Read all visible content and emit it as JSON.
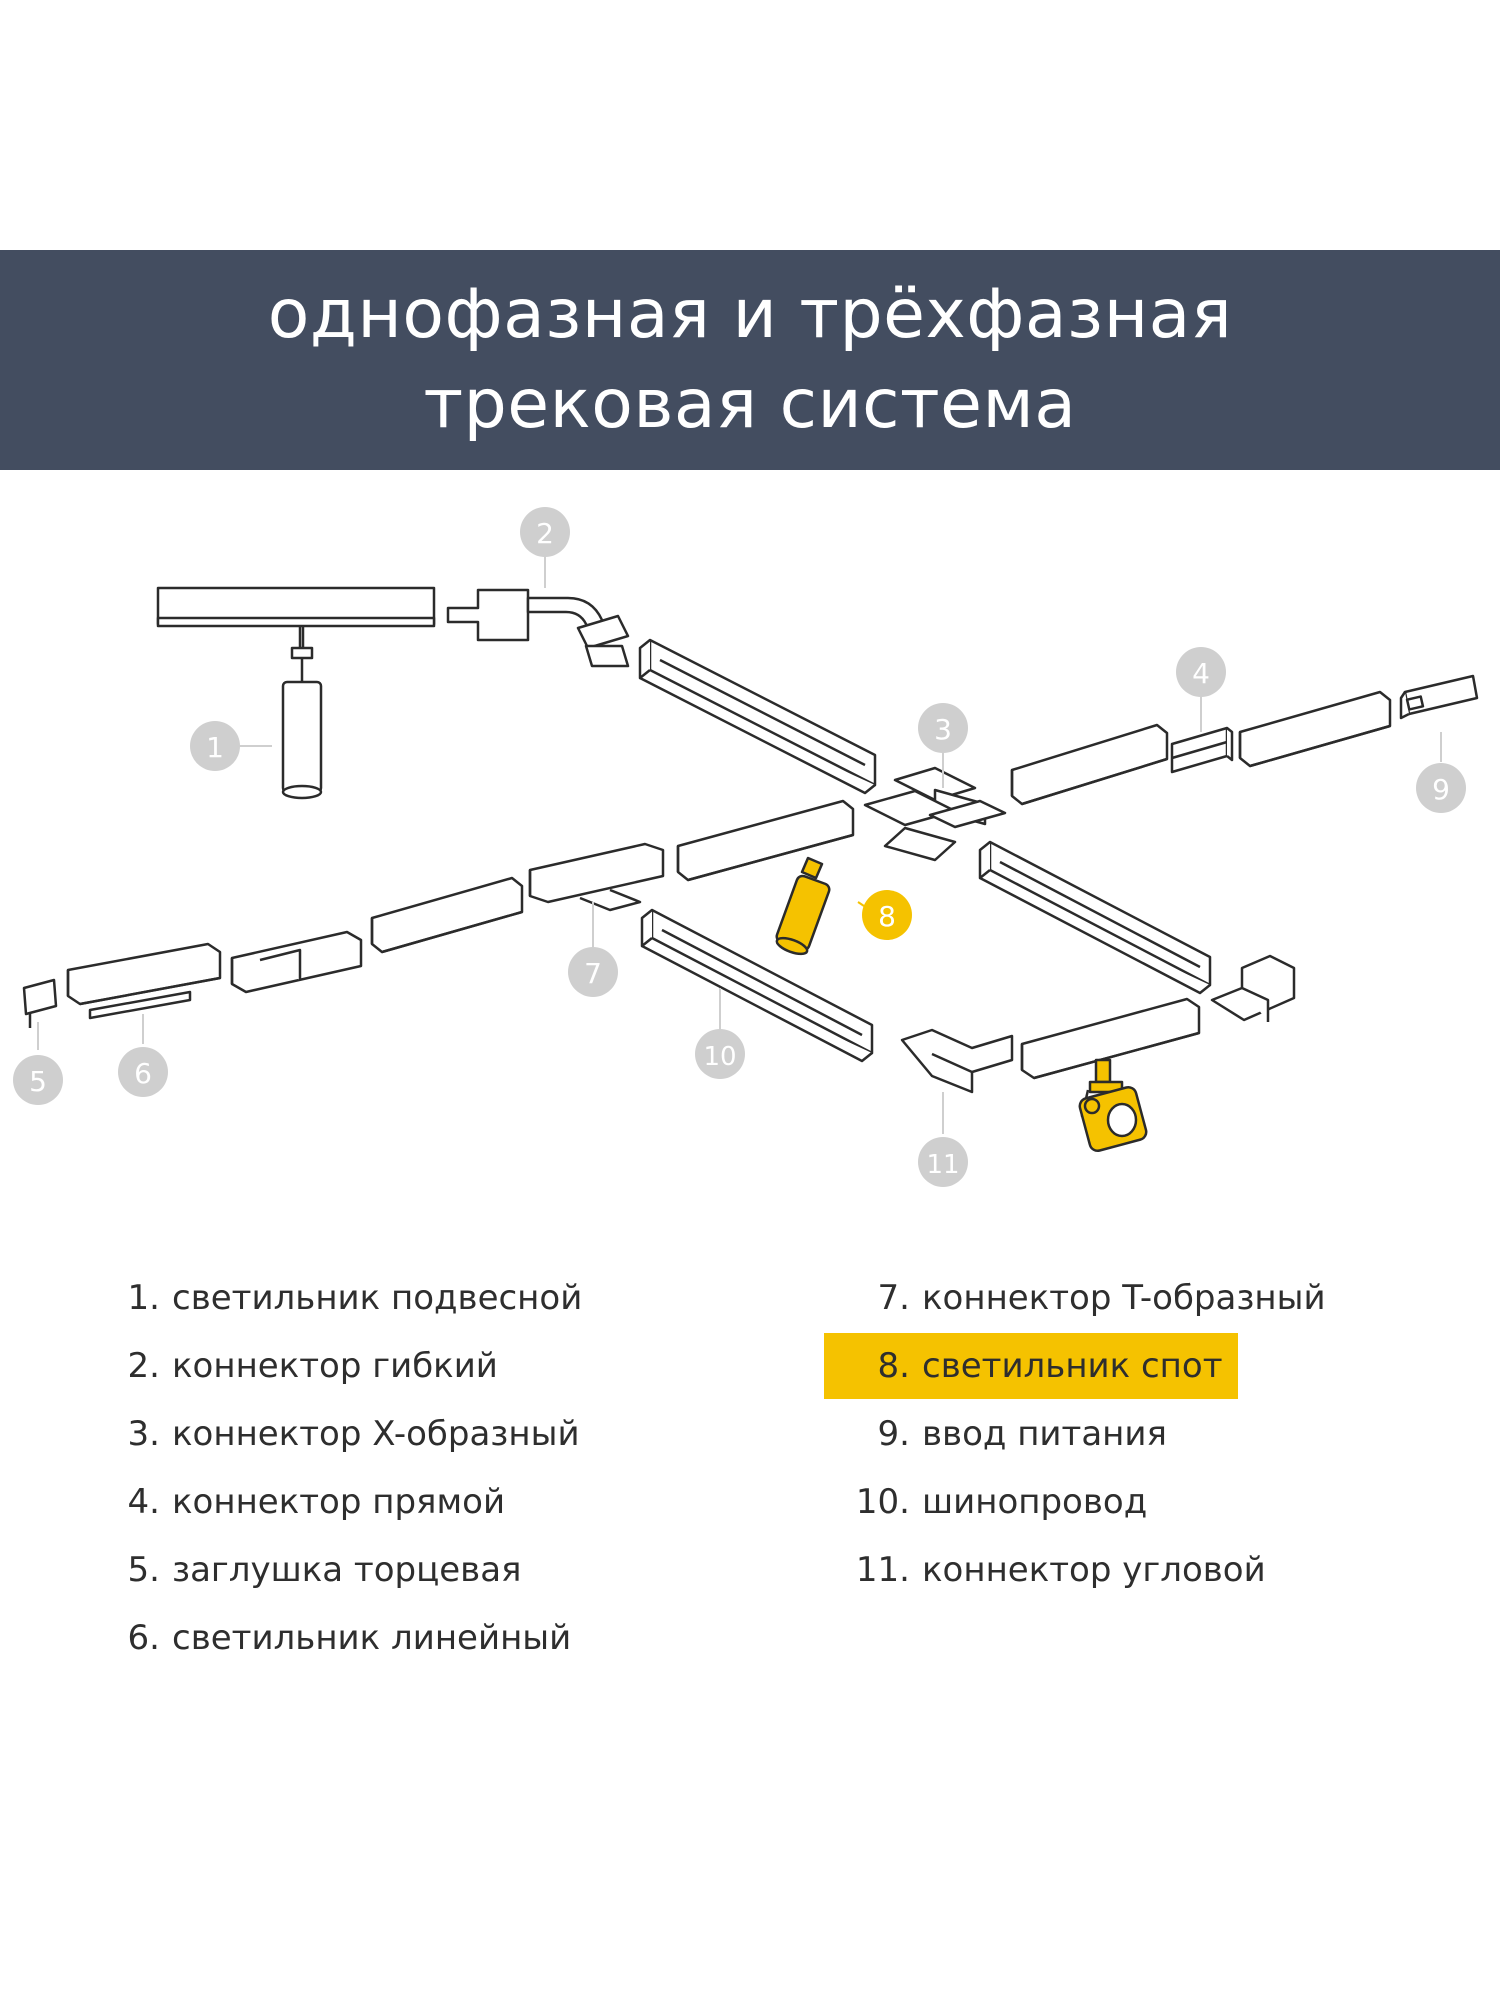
{
  "title": {
    "line1": "однофазная и трёхфазная",
    "line2": "трековая система"
  },
  "colors": {
    "banner": "#434d60",
    "accent": "#f5c200",
    "callout_grey": "#cfcfcf",
    "outline": "#2b2b2b"
  },
  "callouts": [
    "1",
    "2",
    "3",
    "4",
    "5",
    "6",
    "7",
    "8",
    "9",
    "10",
    "11"
  ],
  "legend": {
    "left": [
      {
        "num": "1.",
        "text": "светильник подвесной"
      },
      {
        "num": "2.",
        "text": "коннектор гибкий"
      },
      {
        "num": "3.",
        "text": "коннектор X-образный"
      },
      {
        "num": "4.",
        "text": "коннектор прямой"
      },
      {
        "num": "5.",
        "text": "заглушка торцевая"
      },
      {
        "num": "6.",
        "text": "светильник линейный"
      }
    ],
    "right": [
      {
        "num": "7.",
        "text": "коннектор T-образный"
      },
      {
        "num": "8.",
        "text": "светильник спот",
        "highlighted": true
      },
      {
        "num": "9.",
        "text": "ввод питания"
      },
      {
        "num": "10.",
        "text": "шинопровод"
      },
      {
        "num": "11.",
        "text": "коннектор угловой"
      }
    ]
  }
}
